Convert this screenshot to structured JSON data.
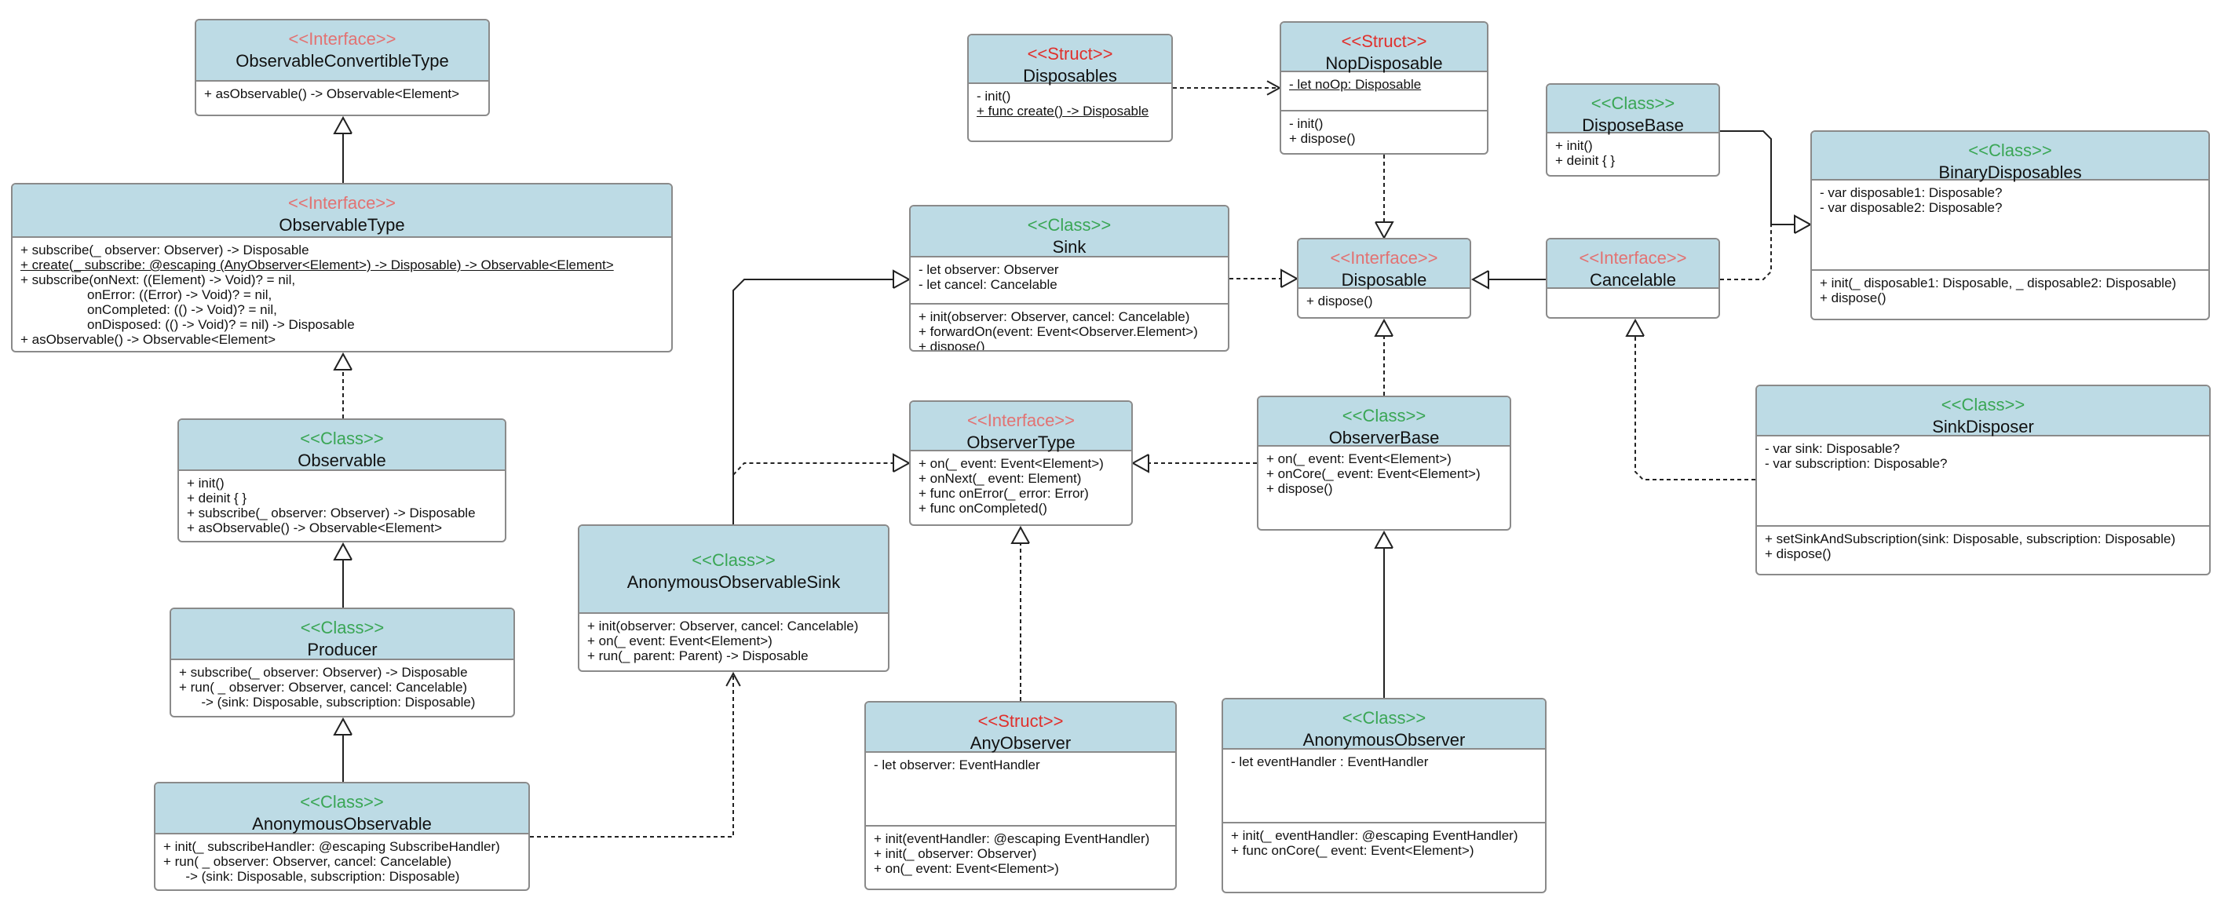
{
  "diagram": {
    "nodes": [
      {
        "id": "observable-convertible-type",
        "stereotype": "<<Interface>>",
        "stereotype_kind": "interface",
        "name": "ObservableConvertibleType",
        "attributes": [],
        "methods": [
          "+ asObservable() -> Observable<Element>"
        ],
        "underlined": []
      },
      {
        "id": "observable-type",
        "stereotype": "<<Interface>>",
        "stereotype_kind": "interface",
        "name": "ObservableType",
        "attributes": [],
        "methods": [
          "+ subscribe(_ observer: Observer) -> Disposable",
          "+ create(_ subscribe: @escaping (AnyObserver<Element>) -> Disposable) -> Observable<Element>",
          "+ subscribe(onNext: ((Element) -> Void)? = nil,",
          "                  onError: ((Error) -> Void)? = nil,",
          "                  onCompleted: (() -> Void)? = nil,",
          "                  onDisposed: (() -> Void)? = nil) -> Disposable",
          "+ asObservable() -> Observable<Element>"
        ],
        "underlined": [
          1
        ]
      },
      {
        "id": "observable",
        "stereotype": "<<Class>>",
        "stereotype_kind": "class",
        "name": "Observable",
        "attributes": [],
        "methods": [
          "+ init()",
          "+ deinit { }",
          "+ subscribe(_ observer: Observer) -> Disposable",
          "+ asObservable() -> Observable<Element>"
        ],
        "underlined": []
      },
      {
        "id": "producer",
        "stereotype": "<<Class>>",
        "stereotype_kind": "class",
        "name": "Producer",
        "attributes": [],
        "methods": [
          "+ subscribe(_ observer: Observer) -> Disposable",
          "+ run( _ observer: Observer, cancel: Cancelable)",
          "      -> (sink: Disposable, subscription: Disposable)"
        ],
        "underlined": []
      },
      {
        "id": "anonymous-observable",
        "stereotype": "<<Class>>",
        "stereotype_kind": "class",
        "name": "AnonymousObservable",
        "attributes": [],
        "methods": [
          "+ init(_ subscribeHandler: @escaping SubscribeHandler)",
          "+ run( _ observer: Observer, cancel: Cancelable)",
          "      -> (sink: Disposable, subscription: Disposable)"
        ],
        "underlined": []
      },
      {
        "id": "anonymous-observable-sink",
        "stereotype": "<<Class>>",
        "stereotype_kind": "class",
        "name": "AnonymousObservableSink",
        "attributes": [],
        "methods": [
          "+ init(observer: Observer, cancel: Cancelable)",
          "+ on(_ event: Event<Element>)",
          "+ run(_ parent: Parent) -> Disposable"
        ],
        "underlined": []
      },
      {
        "id": "sink",
        "stereotype": "<<Class>>",
        "stereotype_kind": "class",
        "name": "Sink",
        "attributes": [
          "- let observer: Observer",
          "- let cancel: Cancelable"
        ],
        "methods": [
          "+ init(observer: Observer, cancel: Cancelable)",
          "+ forwardOn(event: Event<Observer.Element>)",
          "+ dispose()"
        ],
        "underlined": []
      },
      {
        "id": "disposables",
        "stereotype": "<<Struct>>",
        "stereotype_kind": "struct",
        "name": "Disposables",
        "attributes": [],
        "methods": [
          "- init()",
          "+ func create() -> Disposable"
        ],
        "underlined": [
          1
        ]
      },
      {
        "id": "nop-disposable",
        "stereotype": "<<Struct>>",
        "stereotype_kind": "struct",
        "name": "NopDisposable",
        "attributes": [
          "- let noOp: Disposable"
        ],
        "methods": [
          "- init()",
          "+ dispose()"
        ],
        "underlined_attr": [
          0
        ],
        "underlined": []
      },
      {
        "id": "disposable",
        "stereotype": "<<Interface>>",
        "stereotype_kind": "interface",
        "name": "Disposable",
        "attributes": [],
        "methods": [
          "+ dispose()"
        ],
        "underlined": []
      },
      {
        "id": "dispose-base",
        "stereotype": "<<Class>>",
        "stereotype_kind": "class",
        "name": "DisposeBase",
        "attributes": [],
        "methods": [
          "+ init()",
          "+ deinit { }"
        ],
        "underlined": []
      },
      {
        "id": "cancelable",
        "stereotype": "<<Interface>>",
        "stereotype_kind": "interface",
        "name": "Cancelable",
        "attributes": [],
        "methods": [],
        "underlined": []
      },
      {
        "id": "binary-disposables",
        "stereotype": "<<Class>>",
        "stereotype_kind": "class",
        "name": "BinaryDisposables",
        "attributes": [
          "- var disposable1: Disposable?",
          "- var disposable2: Disposable?"
        ],
        "methods": [
          "+ init(_ disposable1: Disposable, _ disposable2: Disposable)",
          "+ dispose()"
        ],
        "underlined": []
      },
      {
        "id": "observer-type",
        "stereotype": "<<Interface>>",
        "stereotype_kind": "interface",
        "name": "ObserverType",
        "attributes": [],
        "methods": [
          "+ on(_ event: Event<Element>)",
          "+ onNext(_ event: Element)",
          "+ func onError(_ error: Error)",
          "+ func onCompleted()"
        ],
        "underlined": []
      },
      {
        "id": "observer-base",
        "stereotype": "<<Class>>",
        "stereotype_kind": "class",
        "name": "ObserverBase",
        "attributes": [],
        "methods": [
          "+ on(_ event: Event<Element>)",
          "+ onCore(_ event: Event<Element>)",
          "+ dispose()"
        ],
        "underlined": []
      },
      {
        "id": "sink-disposer",
        "stereotype": "<<Class>>",
        "stereotype_kind": "class",
        "name": "SinkDisposer",
        "attributes": [
          "- var sink: Disposable?",
          "- var subscription: Disposable?"
        ],
        "methods": [
          "+ setSinkAndSubscription(sink: Disposable, subscription: Disposable)",
          "+ dispose()"
        ],
        "underlined": []
      },
      {
        "id": "any-observer",
        "stereotype": "<<Struct>>",
        "stereotype_kind": "struct",
        "name": "AnyObserver",
        "attributes": [
          "- let observer: EventHandler"
        ],
        "methods": [
          "+ init(eventHandler: @escaping EventHandler)",
          "+ init(_ observer: Observer)",
          "+ on(_ event: Event<Element>)"
        ],
        "underlined": []
      },
      {
        "id": "anonymous-observer",
        "stereotype": "<<Class>>",
        "stereotype_kind": "class",
        "name": "AnonymousObserver",
        "attributes": [
          "- let eventHandler : EventHandler"
        ],
        "methods": [
          "+ init(_ eventHandler: @escaping EventHandler)",
          "+ func onCore(_ event: Event<Element>)"
        ],
        "underlined": []
      }
    ],
    "edges": [
      {
        "from": "observable-type",
        "to": "observable-convertible-type",
        "kind": "generalization"
      },
      {
        "from": "observable",
        "to": "observable-type",
        "kind": "realization"
      },
      {
        "from": "producer",
        "to": "observable",
        "kind": "generalization"
      },
      {
        "from": "anonymous-observable",
        "to": "producer",
        "kind": "generalization"
      },
      {
        "from": "anonymous-observable",
        "to": "anonymous-observable-sink",
        "kind": "dependency"
      },
      {
        "from": "anonymous-observable-sink",
        "to": "sink",
        "kind": "generalization"
      },
      {
        "from": "anonymous-observable-sink",
        "to": "observer-type",
        "kind": "realization"
      },
      {
        "from": "sink",
        "to": "disposable",
        "kind": "realization"
      },
      {
        "from": "disposables",
        "to": "nop-disposable",
        "kind": "dependency"
      },
      {
        "from": "nop-disposable",
        "to": "disposable",
        "kind": "realization"
      },
      {
        "from": "cancelable",
        "to": "disposable",
        "kind": "generalization"
      },
      {
        "from": "dispose-base",
        "to": "binary-disposables",
        "kind": "generalization"
      },
      {
        "from": "cancelable",
        "to": "binary-disposables",
        "kind": "realization"
      },
      {
        "from": "observer-base",
        "to": "disposable",
        "kind": "realization"
      },
      {
        "from": "observer-base",
        "to": "observer-type",
        "kind": "realization"
      },
      {
        "from": "sink-disposer",
        "to": "cancelable",
        "kind": "realization"
      },
      {
        "from": "any-observer",
        "to": "observer-type",
        "kind": "realization"
      },
      {
        "from": "anonymous-observer",
        "to": "observer-base",
        "kind": "generalization"
      }
    ]
  }
}
